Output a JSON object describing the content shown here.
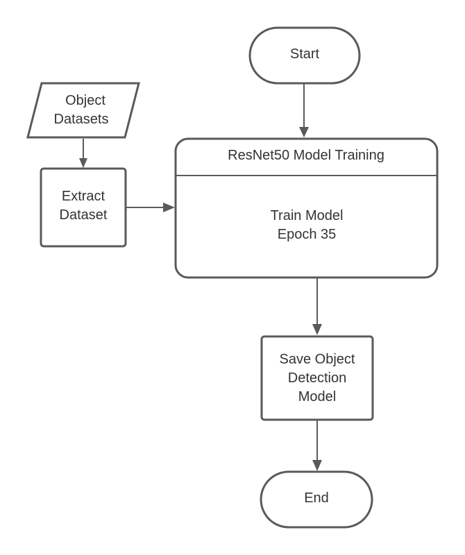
{
  "diagram": {
    "nodes": {
      "start": {
        "lines": [
          "Start"
        ]
      },
      "object_datasets": {
        "lines": [
          "Object",
          "Datasets"
        ]
      },
      "extract_dataset": {
        "lines": [
          "Extract",
          "Dataset"
        ]
      },
      "training_container": {
        "header": "ResNet50 Model Training",
        "lines": [
          "Train Model",
          "Epoch 35"
        ]
      },
      "save_model": {
        "lines": [
          "Save Object",
          "Detection",
          "Model"
        ]
      },
      "end": {
        "lines": [
          "End"
        ]
      }
    },
    "edges": [
      {
        "from": "start",
        "to": "training_container"
      },
      {
        "from": "object_datasets",
        "to": "extract_dataset"
      },
      {
        "from": "extract_dataset",
        "to": "training_container"
      },
      {
        "from": "training_container",
        "to": "save_model"
      },
      {
        "from": "save_model",
        "to": "end"
      }
    ]
  }
}
